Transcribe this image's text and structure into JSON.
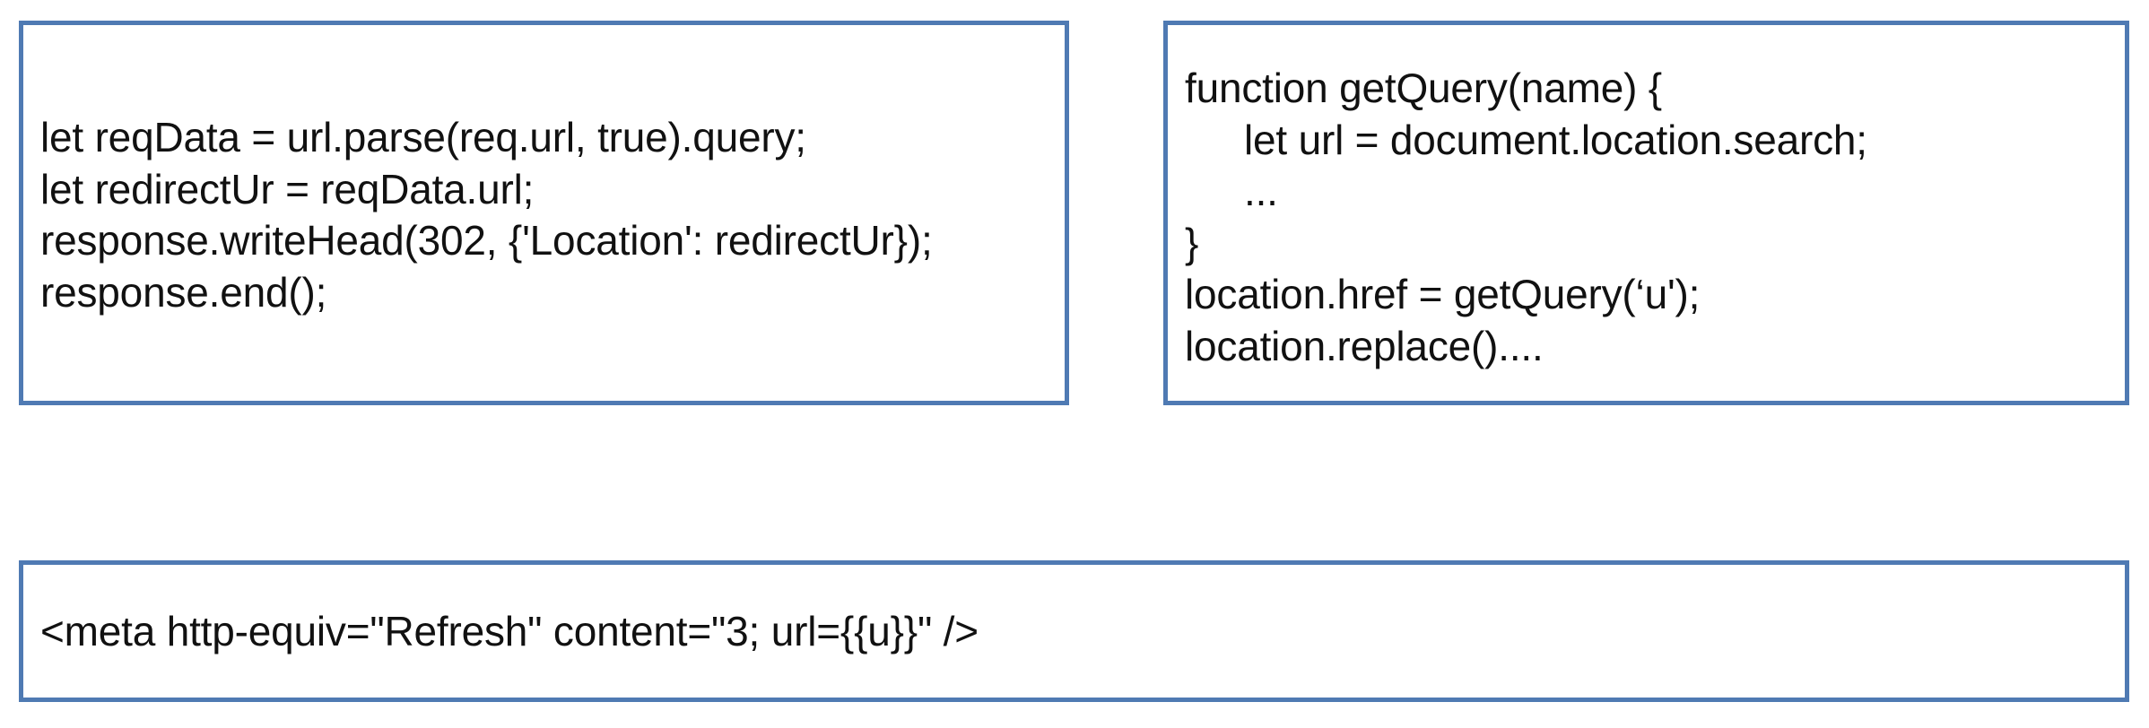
{
  "server_snippet": {
    "lines": [
      "let reqData = url.parse(req.url, true).query;",
      "let redirectUr = reqData.url;",
      "response.writeHead(302, {'Location': redirectUr});",
      "response.end();"
    ]
  },
  "client_snippet": {
    "lines": [
      "function getQuery(name) {",
      "let url = document.location.search;",
      "...",
      "}",
      "location.href = getQuery(‘u');",
      "location.replace()...."
    ]
  },
  "meta_snippet": {
    "lines": [
      "<meta http-equiv=\"Refresh\" content=\"3; url={{u}}\" />"
    ]
  },
  "colors": {
    "box_border": "#4f7ab3",
    "text": "#111111",
    "background": "#ffffff"
  }
}
